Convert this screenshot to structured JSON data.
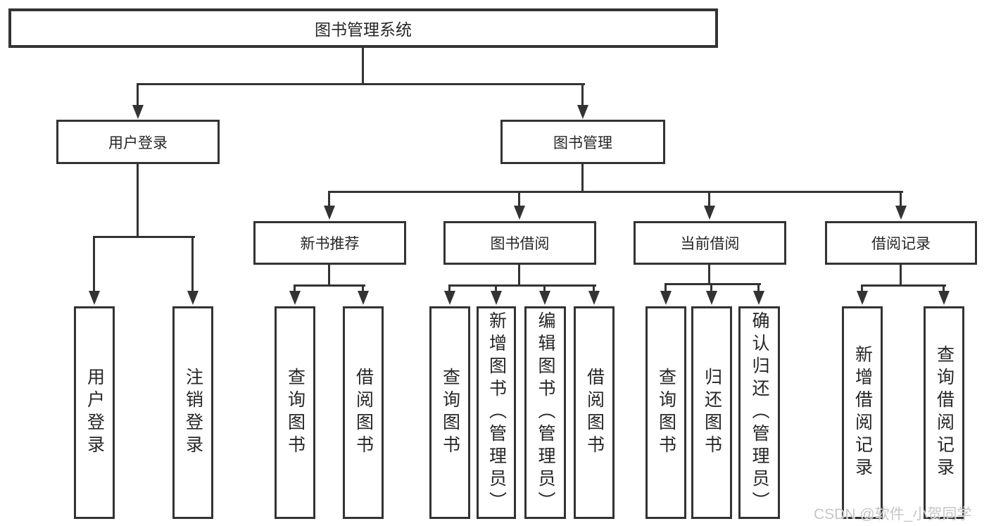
{
  "diagram": {
    "root": "图书管理系统",
    "level2": {
      "user_login": "用户登录",
      "book_mgmt": "图书管理"
    },
    "level3": {
      "new_books": "新书推荐",
      "book_borrow": "图书借阅",
      "current_borrow": "当前借阅",
      "borrow_records": "借阅记录"
    },
    "leaves": {
      "user_login": [
        "用户登录",
        "注销登录"
      ],
      "new_books": [
        "查询图书",
        "借阅图书"
      ],
      "book_borrow": [
        "查询图书",
        "新增图书（管理员）",
        "编辑图书（管理员）",
        "借阅图书"
      ],
      "current_borrow": [
        "查询图书",
        "归还图书",
        "确认归还（管理员）"
      ],
      "borrow_records": [
        "新增借阅记录",
        "查询借阅记录"
      ]
    },
    "watermark": "CSDN @软件_小贺同学",
    "colors": {
      "line": "#333333",
      "text": "#262626",
      "watermark": "#c6c6c6",
      "background": "#ffffff"
    }
  }
}
